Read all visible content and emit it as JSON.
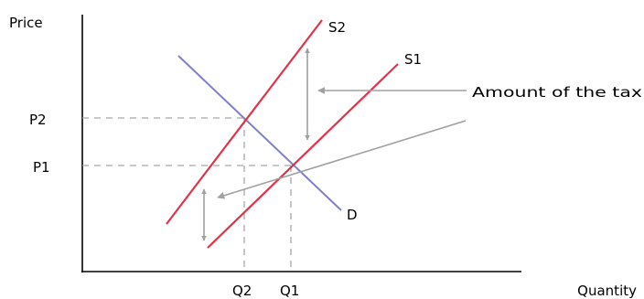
{
  "axes": {
    "y_label": "Price",
    "x_label": "Quantity"
  },
  "curves": {
    "supply_after_tax": {
      "label": "S2",
      "color": "#e0334a"
    },
    "supply_original": {
      "label": "S1",
      "color": "#e0334a"
    },
    "demand": {
      "label": "D",
      "color": "#7f7fcc"
    }
  },
  "levels": {
    "price_high": "P2",
    "price_low": "P1",
    "quantity_low": "Q2",
    "quantity_high": "Q1"
  },
  "annotation": {
    "text": "Amount of the tax",
    "arrow_color": "#a0a0a0",
    "guide_color": "#a8a8a8"
  }
}
